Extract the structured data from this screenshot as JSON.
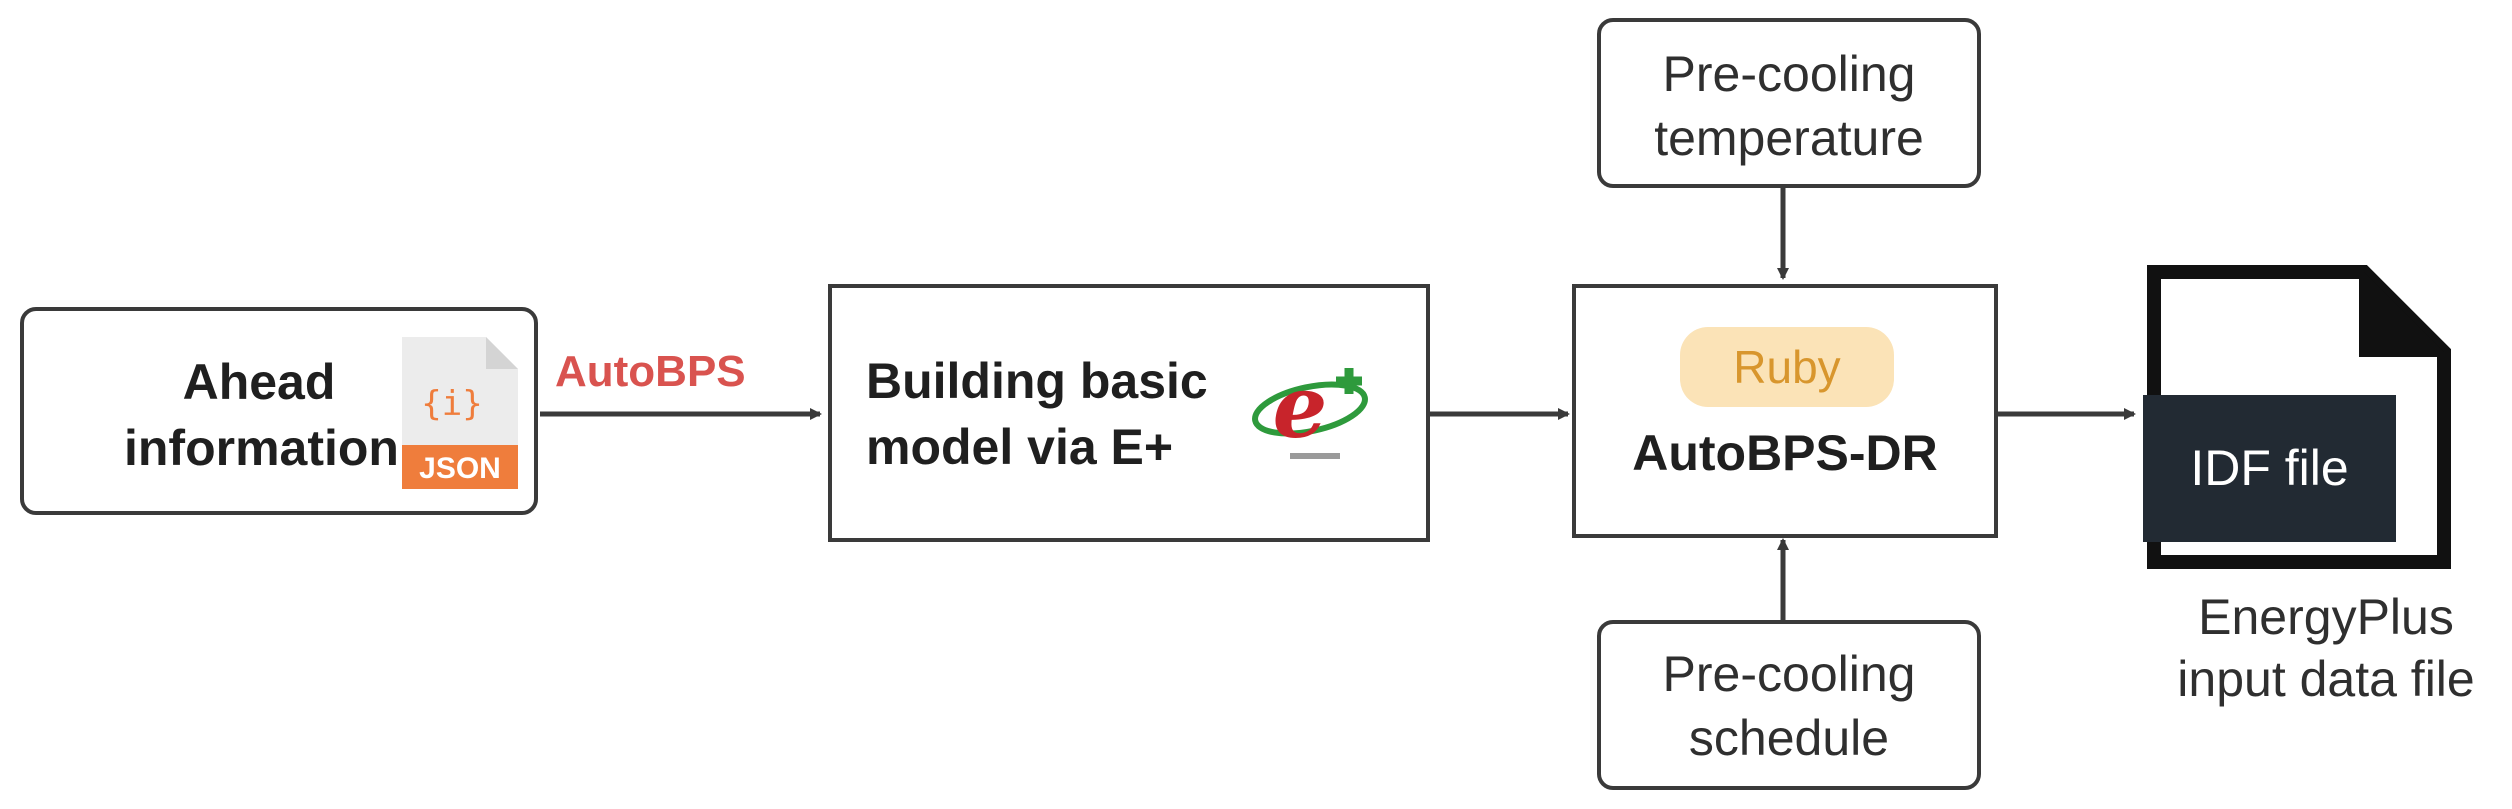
{
  "nodes": {
    "ahead": {
      "line1": "Ahead",
      "line2": "information",
      "icon_text": "JSON",
      "icon_glyph": "{i}"
    },
    "edge_label": "AutoBPS",
    "building": {
      "line1": "Building basic",
      "line2": "model via E+"
    },
    "precool_temp": {
      "line1": "Pre-cooling",
      "line2": "temperature"
    },
    "autobps_dr": {
      "badge": "Ruby",
      "label": "AutoBPS-DR"
    },
    "precool_sched": {
      "line1": "Pre-cooling",
      "line2": "schedule"
    },
    "idf": {
      "label": "IDF file",
      "caption_line1": "EnergyPlus",
      "caption_line2": "input data file"
    }
  },
  "colors": {
    "box_border": "#3a3a3a",
    "edge_label": "#d9534f",
    "ruby_fill": "#fbe3b7",
    "ruby_text": "#d8962d",
    "json_orange": "#ef7d3c",
    "idf_dark": "#222a33"
  },
  "icons": [
    "json-file-icon",
    "energyplus-logo-icon",
    "document-icon"
  ]
}
